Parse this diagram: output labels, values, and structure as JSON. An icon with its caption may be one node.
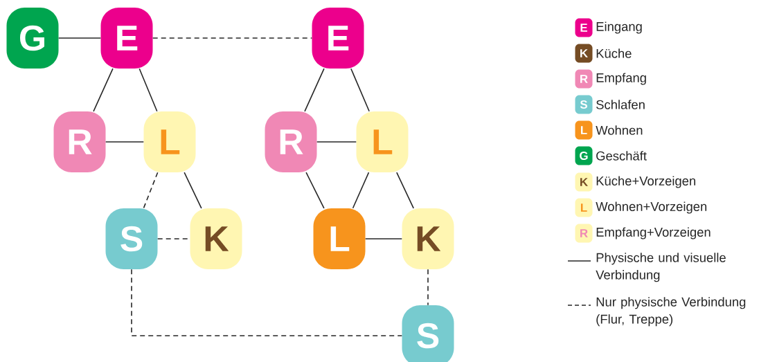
{
  "diagram": {
    "nodes": [
      {
        "text": [
          "G"
        ]
      },
      {
        "text": [
          "E"
        ]
      },
      {
        "text": [
          "E"
        ]
      },
      {
        "text": [
          "R"
        ]
      },
      {
        "text": [
          "L"
        ]
      },
      {
        "text": [
          "S"
        ]
      },
      {
        "text": [
          "K"
        ]
      },
      {
        "text": [
          "R"
        ]
      },
      {
        "text": [
          "L"
        ]
      },
      {
        "text": [
          "L"
        ]
      },
      {
        "text": [
          "K"
        ]
      },
      {
        "text": [
          "S"
        ]
      }
    ],
    "edges": [
      {
        "from": 0,
        "to": 1,
        "arrow": "none"
      },
      {
        "from": 1,
        "to": 2,
        "arrow": "none",
        "style": "dashed"
      },
      {
        "from": 1,
        "to": 3,
        "arrow": "none"
      },
      {
        "from": 1,
        "to": 4,
        "arrow": "none"
      },
      {
        "from": 3,
        "to": 4,
        "arrow": "none"
      },
      {
        "from": 4,
        "to": 5,
        "arrow": "none",
        "style": "dashed"
      },
      {
        "from": 4,
        "to": 6,
        "arrow": "none"
      },
      {
        "from": 5,
        "to": 6,
        "arrow": "none",
        "style": "dashed"
      },
      {
        "from": 5,
        "to": 11,
        "arrow": "none",
        "style": "dashed"
      },
      {
        "from": 2,
        "to": 7,
        "arrow": "none"
      },
      {
        "from": 2,
        "to": 8,
        "arrow": "none"
      },
      {
        "from": 7,
        "to": 8,
        "arrow": "none"
      },
      {
        "from": 7,
        "to": 9,
        "arrow": "none"
      },
      {
        "from": 8,
        "to": 9,
        "arrow": "none"
      },
      {
        "from": 8,
        "to": 10,
        "arrow": "none"
      },
      {
        "from": 9,
        "to": 10,
        "arrow": "none"
      },
      {
        "from": 10,
        "to": 11,
        "arrow": "none",
        "style": "dashed"
      }
    ],
    "labels": [
      "E",
      "K",
      "R",
      "S",
      "L",
      "G",
      "K",
      "L",
      "R"
    ],
    "legend": [
      {
        "text": "Eingang",
        "color": "#ec008c"
      },
      {
        "text": "Küche",
        "color": "#754c24"
      },
      {
        "text": "Empfang",
        "color": "#f088b5"
      },
      {
        "text": "Schlafen",
        "color": "#77cbcf"
      },
      {
        "text": "Wohnen",
        "color": "#f7941d"
      },
      {
        "text": "Geschäft",
        "color": "#00a54f"
      },
      {
        "text": "Küche+Vorzeigen",
        "color": "#fff6b2"
      },
      {
        "text": "Wohnen+Vorzeigen",
        "color": "#fff6b2"
      },
      {
        "text": "Empfang+Vorzeigen",
        "color": "#fff6b2"
      },
      {
        "text": "Physische und visuelle Verbindung"
      },
      {
        "text": "Nur physische Verbindung (Flur, Treppe)"
      }
    ]
  }
}
